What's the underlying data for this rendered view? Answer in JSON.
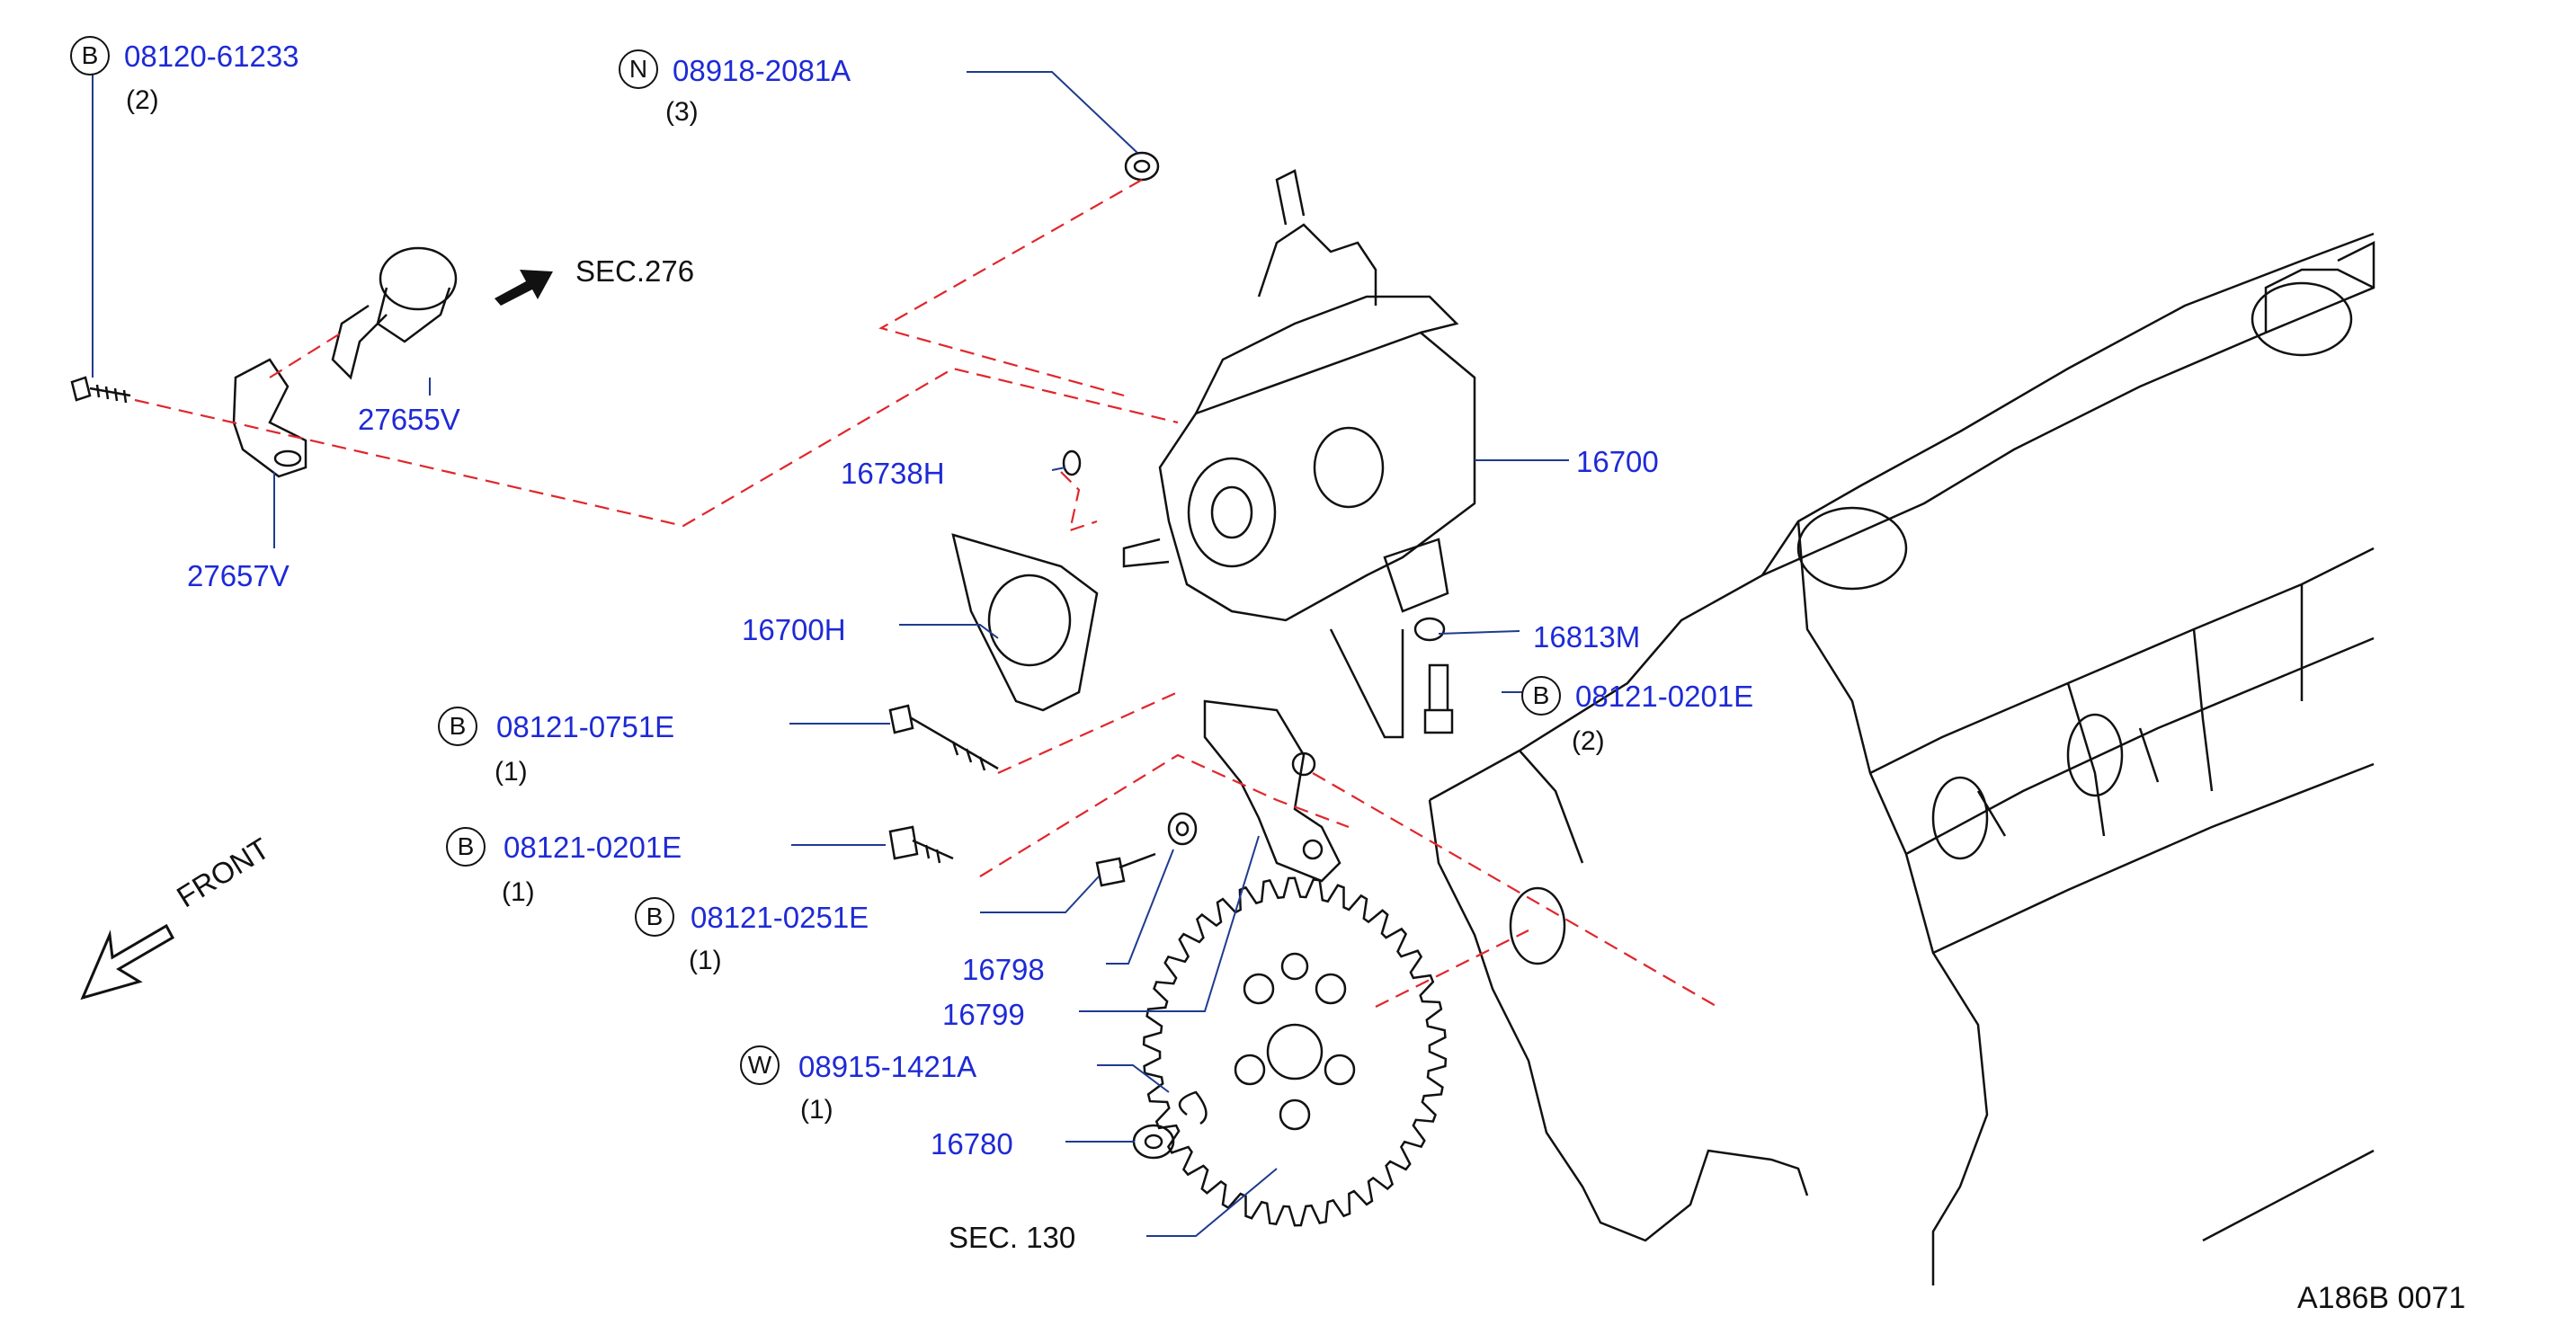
{
  "diagram_id": "A186B  0071",
  "front_label": "FRONT",
  "parts": [
    {
      "id": "p1",
      "badge": "B",
      "number": "08120-61233",
      "qty": "(2)"
    },
    {
      "id": "p2",
      "badge": "N",
      "number": "08918-2081A",
      "qty": "(3)"
    },
    {
      "id": "p3",
      "badge": "",
      "number": "27655V",
      "qty": ""
    },
    {
      "id": "p4",
      "badge": "",
      "number": "27657V",
      "qty": ""
    },
    {
      "id": "p5",
      "badge": "",
      "number": "16738H",
      "qty": ""
    },
    {
      "id": "p6",
      "badge": "",
      "number": "16700",
      "qty": ""
    },
    {
      "id": "p7",
      "badge": "",
      "number": "16700H",
      "qty": ""
    },
    {
      "id": "p8",
      "badge": "",
      "number": "16813M",
      "qty": ""
    },
    {
      "id": "p9",
      "badge": "B",
      "number": "08121-0201E",
      "qty": "(2)"
    },
    {
      "id": "p10",
      "badge": "B",
      "number": "08121-0751E",
      "qty": "(1)"
    },
    {
      "id": "p11",
      "badge": "B",
      "number": "08121-0201E",
      "qty": "(1)"
    },
    {
      "id": "p12",
      "badge": "B",
      "number": "08121-0251E",
      "qty": "(1)"
    },
    {
      "id": "p13",
      "badge": "",
      "number": "16798",
      "qty": ""
    },
    {
      "id": "p14",
      "badge": "",
      "number": "16799",
      "qty": ""
    },
    {
      "id": "p15",
      "badge": "W",
      "number": "08915-1421A",
      "qty": "(1)"
    },
    {
      "id": "p16",
      "badge": "",
      "number": "16780",
      "qty": ""
    }
  ],
  "section_refs": [
    {
      "id": "s1",
      "text": "SEC.276"
    },
    {
      "id": "s2",
      "text": "SEC.   130"
    }
  ]
}
